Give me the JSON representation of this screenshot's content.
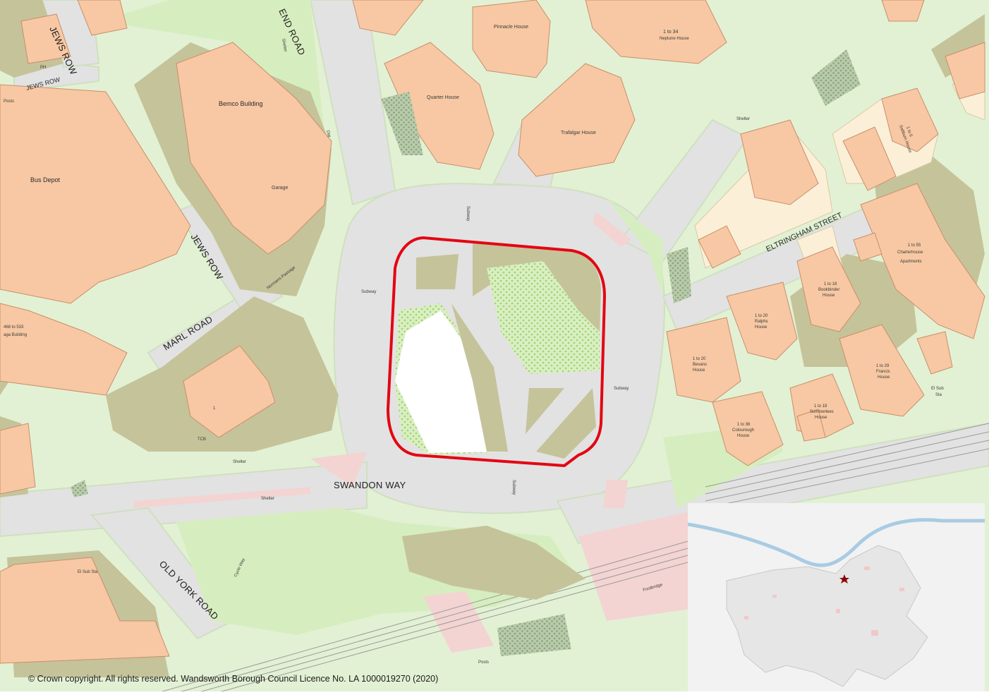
{
  "colors": {
    "background_green": "#e4f2d6",
    "green_space": "#d8efc0",
    "road": "#e3e3e3",
    "road_edge": "#c9dcb8",
    "building": "#f7c9a4",
    "building_edge": "#c8906e",
    "open_land": "#c6c49c",
    "hatched": "#cfe6b0",
    "site_outline": "#e30613",
    "railway_pink": "#f3d4d3",
    "residential_cream": "#fbf0d8",
    "river": "#a9cbe3"
  },
  "road_labels": {
    "jews_row_top": "JEWS ROW",
    "jews_row_small": "JEWS  ROW",
    "end_road": "END ROAD",
    "jews_row_mid": "JEWS ROW",
    "marl_road": "MARL ROAD",
    "swandon_way": "SWANDON WAY",
    "old_york_road": "OLD YORK ROAD",
    "eltringham_street": "ELTRINGHAM STREET"
  },
  "building_labels": {
    "bemco": "Bemco Building",
    "garage": "Garage",
    "bus_depot": "Bus Depot",
    "pinnacle": "Pinnacle House",
    "quarter": "Quarter House",
    "trafalgar": "Trafalgar House",
    "neptune": "1 to 34",
    "neptune_sub": "Neptune House",
    "saltburn": "1 to 6",
    "saltburn_sub": "Saltburn House",
    "charterhouse": "1 to 55",
    "charterhouse_sub": "Charterhouse",
    "charterhouse_sub2": "Apartments",
    "bevans": "1 to 20",
    "bevans_sub": "Bevans",
    "bevans_sub2": "House",
    "ralph": "1 to 20",
    "ralph_sub": "Ralphs",
    "ralph_sub2": "House",
    "bookbinder": "1 to 18",
    "bookbinder_sub": "Bookbinder",
    "bookbinder_sub2": "House",
    "francis": "1 to 29",
    "francis_sub": "Francis",
    "francis_sub2": "House",
    "colourough": "1 to 36",
    "colourough_sub": "Colourough",
    "colourough_sub2": "House",
    "summerlees": "1 to 18",
    "summerlees_sub": "Summerlees",
    "summerlees_sub2": "House",
    "ph": "PH",
    "posts_left": "Posts",
    "saga": "468 to 533",
    "saga_sub": "aga Building",
    "el_sub_sta_left": "El Sub Sta",
    "el_sub_sta_right": "El Sub",
    "el_sub_sta_right2": "Sta",
    "one": "1",
    "tcb": "TCB",
    "normans": "Normans Passage",
    "shelter1": "Shelter",
    "shelter2": "Shelter",
    "shelter3": "Shelter",
    "shelter4": "Shelter",
    "subway1": "Subway",
    "subway2": "Subway",
    "subway3": "Subway",
    "subway4": "Subway",
    "footbridge": "Footbridge",
    "cycle_way": "Cycle Way",
    "posts_bottom": "Posts",
    "dw": "DW"
  },
  "copyright": "© Crown copyright. All rights reserved. Wandsworth Borough Council Licence No. LA 1000019270 (2020)"
}
